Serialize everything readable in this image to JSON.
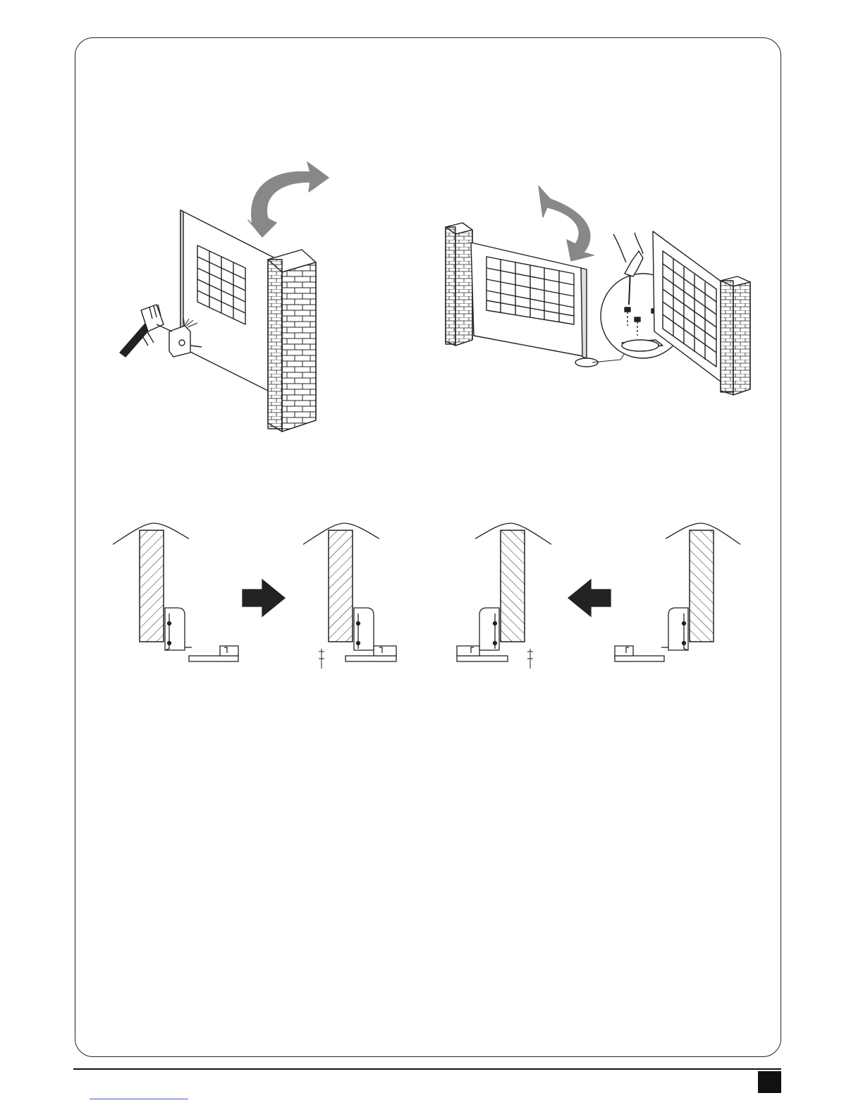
{
  "page": {
    "frame": "rounded-frame",
    "footer": {
      "rule": "footer-rule",
      "page_marker": "black-square",
      "link_underline": "blue-link"
    }
  },
  "illustrations": {
    "top_left": {
      "subject": "swing-gate-with-pillar-and-caulking-gun",
      "arrow_icon": "curved-arrow-icon",
      "arrow_color": "#888888"
    },
    "top_right": {
      "subject": "gate-with-floor-stopper-and-screw-detail",
      "arrow_icon": "curved-arrow-icon",
      "arrow_color": "#888888"
    },
    "bottom_sequence": {
      "subject": "bracket-alignment-steps",
      "arrow_icons": [
        "arrow-right-icon",
        "arrow-left-icon"
      ],
      "arrow_color": "#222222"
    }
  }
}
